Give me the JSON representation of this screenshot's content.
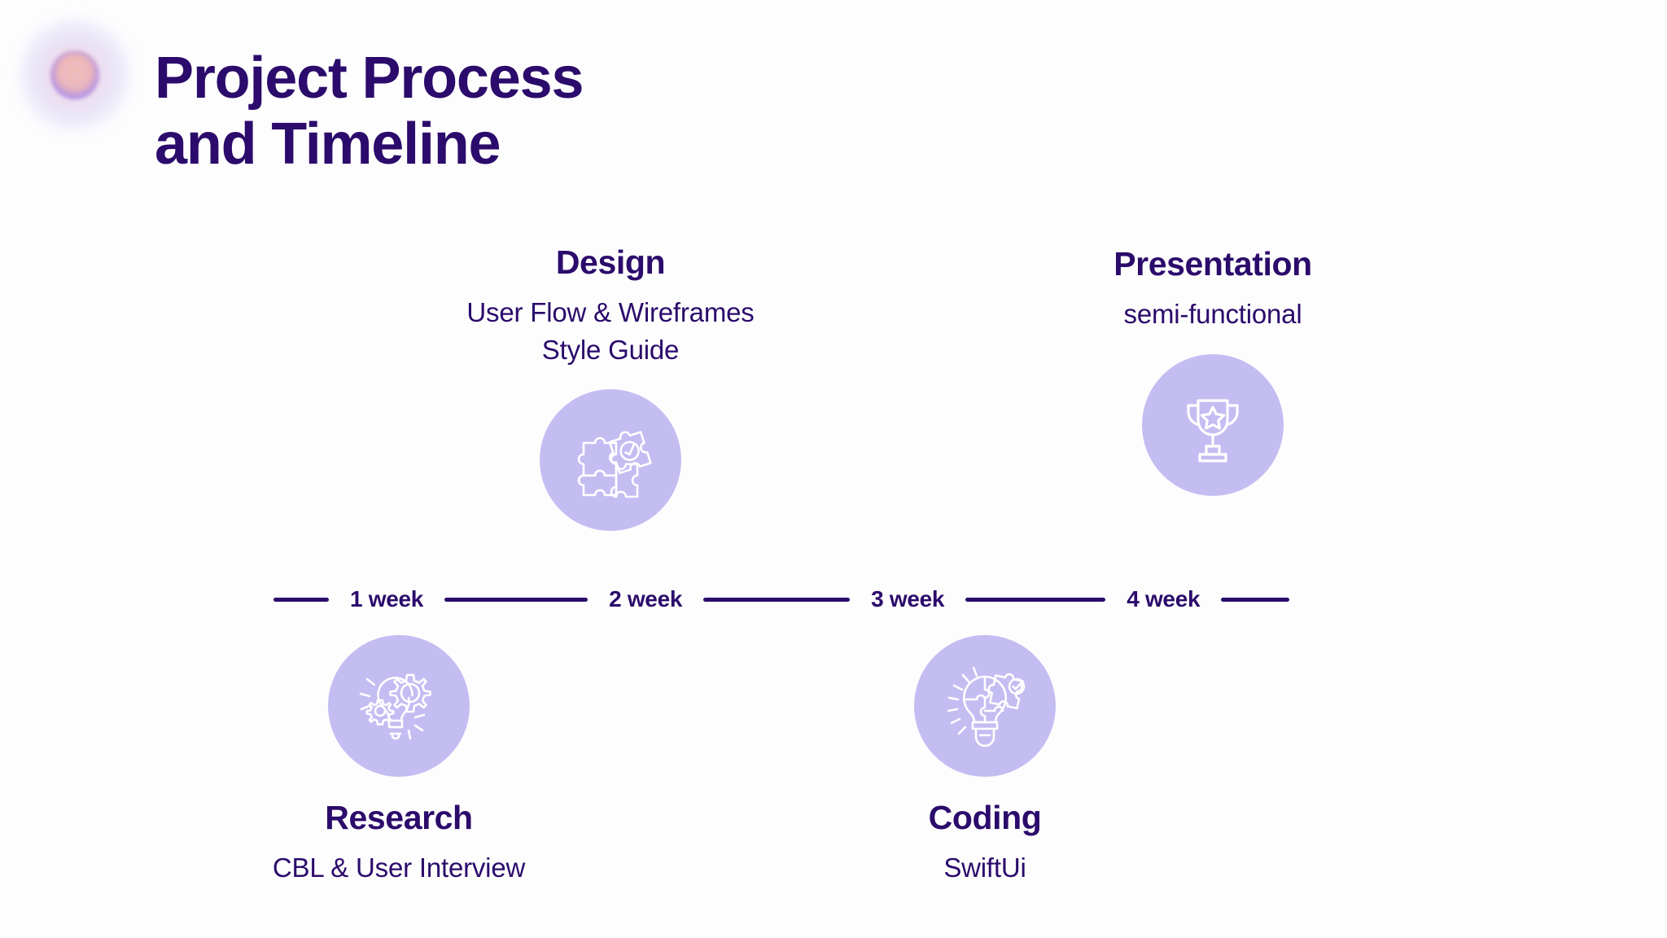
{
  "slide": {
    "title": "Project Process\nand Timeline",
    "background_color": "#fdfdfe",
    "text_color": "#2b0b6b",
    "badge_color": "#c4bdf2",
    "icon_color": "#ffffff"
  },
  "decoration": {
    "orb_name": "glow-orb",
    "orb_colors": [
      "#f4c8be",
      "#e7c8e2",
      "#cec8f0",
      "#987ef0"
    ]
  },
  "milestones": [
    {
      "id": "research",
      "position": "bottom",
      "heading": "Research",
      "subtitle": "CBL & User Interview",
      "icon": "lightbulb-gear-icon"
    },
    {
      "id": "design",
      "position": "top",
      "heading": "Design",
      "subtitle": "User Flow & Wireframes\nStyle Guide",
      "icon": "puzzle-check-icon"
    },
    {
      "id": "coding",
      "position": "bottom",
      "heading": "Coding",
      "subtitle": "SwiftUi",
      "icon": "lightbulb-puzzle-icon"
    },
    {
      "id": "presentation",
      "position": "top",
      "heading": "Presentation",
      "subtitle": "semi-functional",
      "icon": "trophy-star-icon"
    }
  ],
  "timeline": {
    "labels": [
      "1 week",
      "2 week",
      "3 week",
      "4 week"
    ],
    "line_color": "#2b0b6b"
  }
}
